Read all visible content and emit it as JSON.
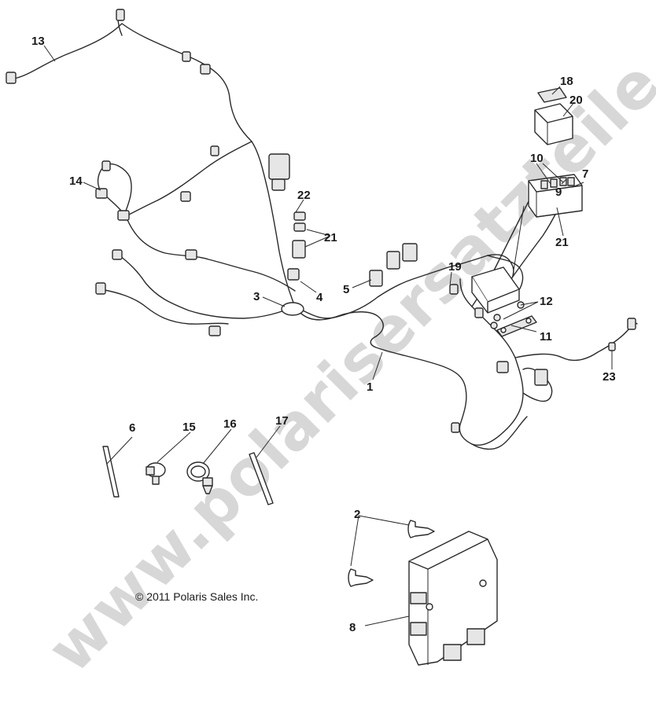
{
  "diagram": {
    "watermark": "www.polarisersatzteile.de",
    "copyright": "© 2011 Polaris Sales Inc.",
    "callouts": [
      "1",
      "2",
      "3",
      "4",
      "5",
      "6",
      "7",
      "8",
      "9",
      "10",
      "11",
      "12",
      "13",
      "14",
      "15",
      "16",
      "17",
      "18",
      "19",
      "20",
      "21",
      "21",
      "22",
      "23"
    ]
  }
}
